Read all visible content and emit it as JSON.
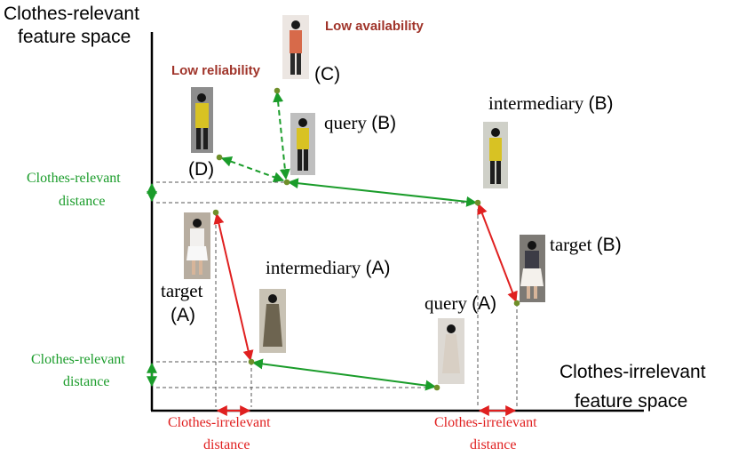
{
  "axes": {
    "y_title_line1": "Clothes-relevant",
    "y_title_line2": "feature space",
    "x_title_line1": "Clothes-irrelevant",
    "x_title_line2": "feature space"
  },
  "annotations": {
    "low_availability": "Low availability",
    "low_reliability": "Low reliability"
  },
  "points": {
    "c": "(C)",
    "d": "(D)",
    "query_b_word": "query",
    "query_b_tag": "(B)",
    "intermediary_b_word": "intermediary",
    "intermediary_b_tag": "(B)",
    "target_b_word": "target",
    "target_b_tag": "(B)",
    "intermediary_a_word": "intermediary",
    "intermediary_a_tag": "(A)",
    "target_a_word": "target",
    "target_a_tag": "(A)",
    "query_a_word": "query",
    "query_a_tag": "(A)"
  },
  "distances": {
    "cr_line1": "Clothes-relevant",
    "cr_line2": "distance",
    "ci_line1": "Clothes-irrelevant",
    "ci_line2": "distance"
  },
  "colors": {
    "relevant": "#1a9c2a",
    "irrelevant": "#e02020",
    "annotation": "#a0342a",
    "point": "#6f8f2a",
    "guide": "#555555"
  }
}
